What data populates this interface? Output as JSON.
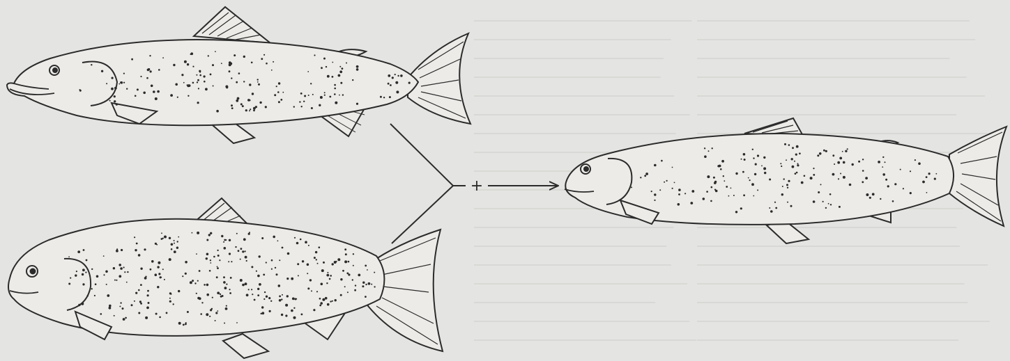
{
  "diagram": {
    "operator_symbol": "+",
    "parents": [
      {
        "id": "parent-top",
        "icon": "salmon-illustration"
      },
      {
        "id": "parent-bottom",
        "icon": "trout-illustration"
      }
    ],
    "offspring": {
      "id": "hybrid",
      "icon": "hybrid-fish-illustration"
    },
    "colors": {
      "ink": "#2b2b2b",
      "paper": "#e4e4e2",
      "body_fill": "#ecebe8"
    }
  }
}
